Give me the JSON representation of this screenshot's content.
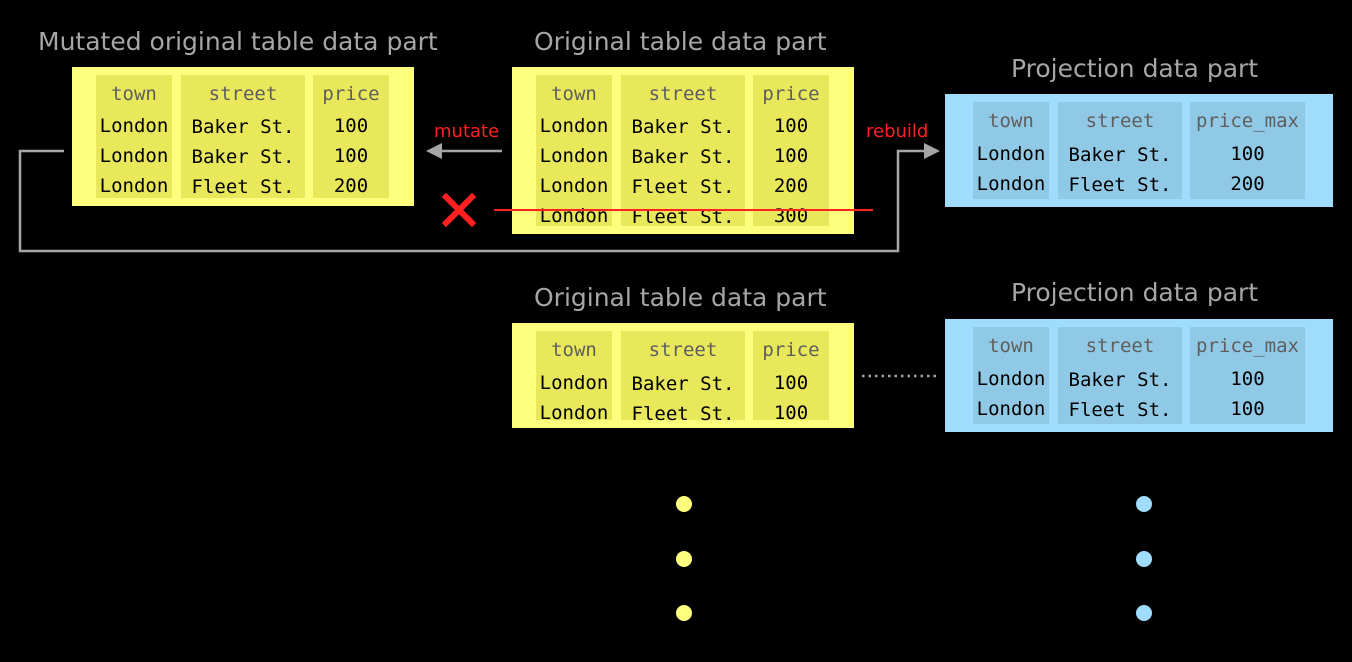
{
  "titles": {
    "mutated": "Mutated original table data part",
    "original_top": "Original table data part",
    "projection_top": "Projection data part",
    "original_bottom": "Original table data part",
    "projection_bottom": "Projection data part"
  },
  "labels": {
    "mutate": "mutate",
    "rebuild": "rebuild"
  },
  "tables": {
    "mutated": {
      "headers": [
        "town",
        "street",
        "price"
      ],
      "rows": [
        [
          "London",
          "Baker St.",
          "100"
        ],
        [
          "London",
          "Baker St.",
          "100"
        ],
        [
          "London",
          "Fleet St.",
          "200"
        ]
      ]
    },
    "original_top": {
      "headers": [
        "town",
        "street",
        "price"
      ],
      "rows": [
        [
          "London",
          "Baker St.",
          "100"
        ],
        [
          "London",
          "Baker St.",
          "100"
        ],
        [
          "London",
          "Fleet St.",
          "200"
        ],
        [
          "London",
          "Fleet St.",
          "300"
        ]
      ]
    },
    "projection_top": {
      "headers": [
        "town",
        "street",
        "price_max"
      ],
      "rows": [
        [
          "London",
          "Baker St.",
          "100"
        ],
        [
          "London",
          "Fleet St.",
          "200"
        ]
      ]
    },
    "original_bottom": {
      "headers": [
        "town",
        "street",
        "price"
      ],
      "rows": [
        [
          "London",
          "Baker St.",
          "100"
        ],
        [
          "London",
          "Fleet St.",
          "100"
        ]
      ]
    },
    "projection_bottom": {
      "headers": [
        "town",
        "street",
        "price_max"
      ],
      "rows": [
        [
          "London",
          "Baker St.",
          "100"
        ],
        [
          "London",
          "Fleet St.",
          "100"
        ]
      ]
    }
  },
  "colors": {
    "original": "#fdfd7e",
    "projection": "#a0dcfd",
    "highlight": "#ff2020",
    "connector": "#a6a6a6"
  },
  "icons": {
    "deleted_row": "cross-icon"
  }
}
